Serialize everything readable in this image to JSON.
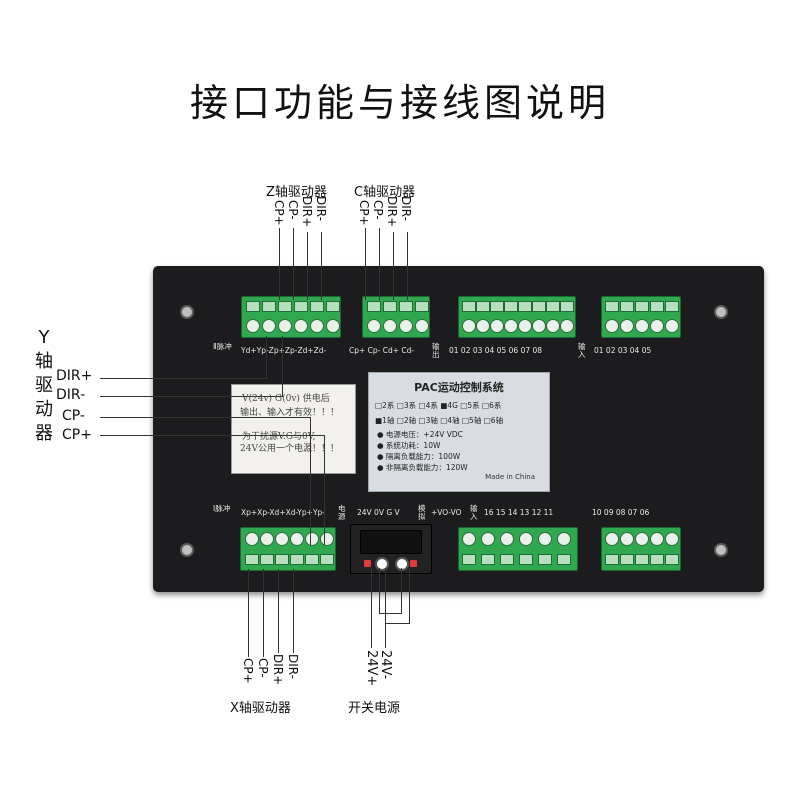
{
  "title": "接口功能与接线图说明",
  "z_driver": {
    "label": "Z轴驱动器",
    "pins": [
      "CP+",
      "CP-",
      "DIR+",
      "DIR-"
    ]
  },
  "c_driver": {
    "label": "C轴驱动器",
    "pins": [
      "CP+",
      "CP-",
      "DIR+",
      "DIR-"
    ]
  },
  "y_driver": {
    "label_chars": [
      "Y",
      "轴",
      "驱",
      "动",
      "器"
    ],
    "pins": [
      "DIR+",
      "DIR-",
      "CP-",
      "CP+"
    ]
  },
  "x_driver": {
    "label": "X轴驱动器",
    "pins": [
      "CP+",
      "CP-",
      "DIR+",
      "DIR-"
    ]
  },
  "power": {
    "pins": [
      "24V+",
      "24V-"
    ],
    "label": "开关电源"
  },
  "panel_top_labels": {
    "pulse": "Ⅱ脉冲",
    "pins": "Yd+Yp-Zp+Zp-Zd+Zd-",
    "c_pins": "Cp+ Cp- Cd+ Cd-",
    "output_label": "输出",
    "outputs": "01 02 03 04 05 06 07 08",
    "input_label": "输入",
    "inputs": "01 02 03 04 05"
  },
  "panel_bottom_labels": {
    "pulse": "Ⅰ脉冲",
    "pins": "Xp+Xp-Xd+Xd-Yp+Yp-",
    "power_label": "电源",
    "power_pins": "24V 0V  G  V",
    "analog_label": "模拟",
    "analog_pins": "+VO-VO",
    "input_label": "输入",
    "inputs": "16 15 14 13 12 11",
    "inputs2": "10 09 08 07 06"
  },
  "sticker": {
    "title": "PAC运动控制系统",
    "systems_row": "□2系 □3系 □4系 ■4G □5系 □6系",
    "axes_row": "■1轴 □2轴 □3轴 □4轴 □5轴 □6轴",
    "specs": [
      "● 电源电压：+24V VDC",
      "● 系统功耗：10W",
      "● 隔离负载能力：100W",
      "● 非隔离负载能力：120W"
    ],
    "made_in": "Made in China"
  },
  "note": {
    "lines": [
      "V(24v) G(0v) 供电后",
      "输出、输入才有效！！！",
      "为干扰源V.G与0V,",
      "24V公用一个电源！！！"
    ]
  }
}
